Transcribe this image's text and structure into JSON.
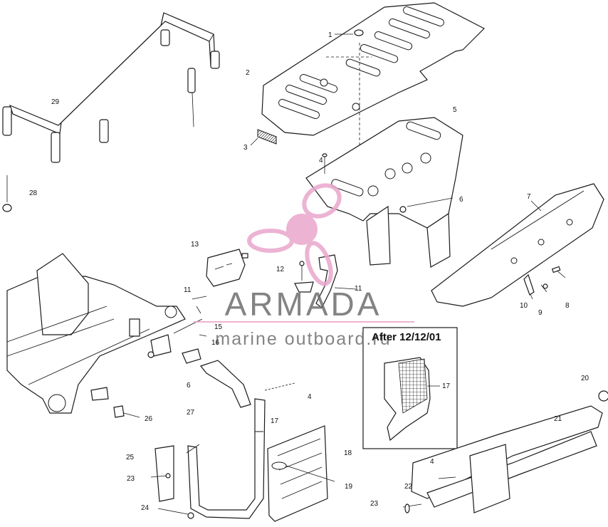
{
  "watermark": {
    "brand": "ARMADA",
    "tagline": "marine outboard.ru",
    "logo_color": "#e9a6cc",
    "text_color": "#6e6e6e"
  },
  "inset": {
    "title": "After 12/12/01",
    "callout": "17"
  },
  "callouts": [
    {
      "id": "c1",
      "label": "1"
    },
    {
      "id": "c2",
      "label": "2"
    },
    {
      "id": "c3",
      "label": "3"
    },
    {
      "id": "c4a",
      "label": "4"
    },
    {
      "id": "c5",
      "label": "5"
    },
    {
      "id": "c6a",
      "label": "6"
    },
    {
      "id": "c7",
      "label": "7"
    },
    {
      "id": "c8",
      "label": "8"
    },
    {
      "id": "c9",
      "label": "9"
    },
    {
      "id": "c10",
      "label": "10"
    },
    {
      "id": "c11a",
      "label": "11"
    },
    {
      "id": "c11b",
      "label": "11"
    },
    {
      "id": "c12",
      "label": "12"
    },
    {
      "id": "c13",
      "label": "13"
    },
    {
      "id": "c15",
      "label": "15"
    },
    {
      "id": "c16",
      "label": "16"
    },
    {
      "id": "c6b",
      "label": "6"
    },
    {
      "id": "c4b",
      "label": "4"
    },
    {
      "id": "c17",
      "label": "17"
    },
    {
      "id": "c18",
      "label": "18"
    },
    {
      "id": "c19",
      "label": "19"
    },
    {
      "id": "c20",
      "label": "20"
    },
    {
      "id": "c21",
      "label": "21"
    },
    {
      "id": "c4c",
      "label": "4"
    },
    {
      "id": "c22",
      "label": "22"
    },
    {
      "id": "c23a",
      "label": "23"
    },
    {
      "id": "c23b",
      "label": "23"
    },
    {
      "id": "c24",
      "label": "24"
    },
    {
      "id": "c25",
      "label": "25"
    },
    {
      "id": "c26",
      "label": "26"
    },
    {
      "id": "c27",
      "label": "27"
    },
    {
      "id": "c28",
      "label": "28"
    },
    {
      "id": "c29",
      "label": "29"
    }
  ]
}
